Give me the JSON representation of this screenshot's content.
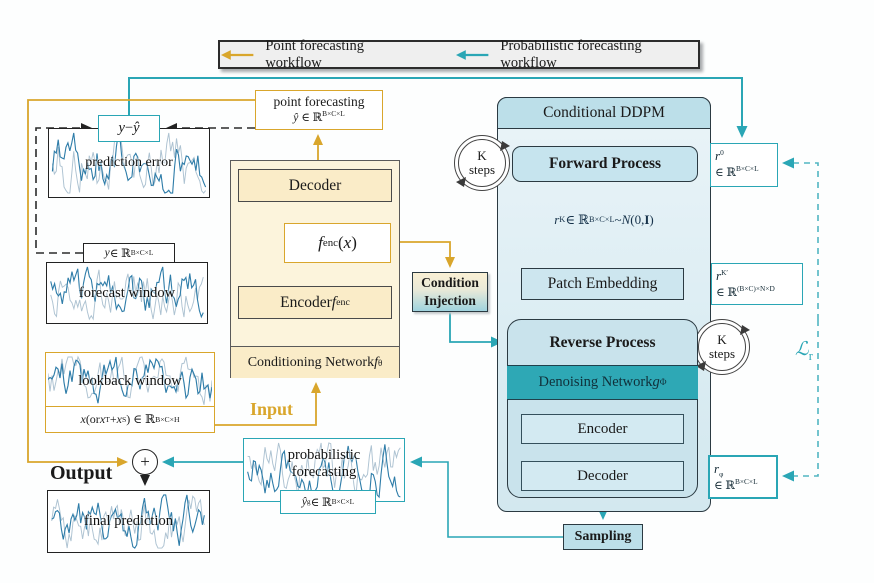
{
  "legend": {
    "point_label": "Point forecasting workflow",
    "prob_label": "Probabilistic forecasting workflow"
  },
  "colors": {
    "point_workflow": "#D9A62C",
    "prob_workflow": "#2AA6B5"
  },
  "left_column": {
    "residual_box": "<i>y</i> − <i>ŷ</i>",
    "prediction_error_label": "prediction error",
    "y_dim": "<i>y</i> ∈ ℝ<sup>B×C×L</sup>",
    "forecast_window_label": "forecast window",
    "lookback_window_label": "lookback window",
    "x_dim": "<i>x</i>(or <i>x</i><sub>T</sub> + <i>x</i><sub>S</sub>) ∈ ℝ<sup>B×C×H</sup>",
    "input_label": "Input",
    "output_label": "Output",
    "plus_sign": "+",
    "final_prediction_label": "final prediction"
  },
  "point_forecasting": {
    "title": "point forecasting",
    "dim": "<i>ŷ</i> ∈ ℝ<sup>B×C×L</sup>"
  },
  "prob_forecasting": {
    "title_line1": "probabilistic",
    "title_line2": "forecasting",
    "dim": "<i>ŷ</i><sub>g</sub> ∈ ℝ<sup>B×C×L</sup>"
  },
  "conditioning_network": {
    "decoder": "Decoder",
    "bottleneck": "<i>f</i><sub>enc</sub>(<i>x</i>)",
    "encoder": "Encoder <i>f</i><sub>enc</sub>",
    "label": "Conditioning Network <i>f</i><sub>θ</sub>"
  },
  "condition_injection": {
    "line1": "Condition",
    "line2": "Injection"
  },
  "ddpm": {
    "title": "Conditional DDPM",
    "forward_process": "Forward Process",
    "noise_formula": "<i>r</i><sup>K</sup> ∈ ℝ<sup>B×C×L</sup> ~ <i>N</i>(0, <b>I</b>)",
    "patch_embedding": "Patch Embedding",
    "reverse_process": "Reverse Process",
    "denoising_network": "Denoising Network <i>g</i><sub>Φ</sub>",
    "encoder": "Encoder",
    "decoder": "Decoder",
    "sampling": "Sampling",
    "k_steps_line1": "K",
    "k_steps_line2": "steps"
  },
  "tensors": {
    "r0": "<i>r</i><sup>0</sup>",
    "r0_dim": "∈ ℝ<sup>B×C×L</sup>",
    "rk": "<i>r</i><sup>K′</sup>",
    "rk_dim": "∈ ℝ<sup>(B×C)×N×D</sup>",
    "rphi": "<i>r</i><sub>φ</sub>",
    "rphi_dim": "∈ ℝ<sup>B×C×L</sup>",
    "loss": "<i>ℒ</i><sub>r</sub>"
  }
}
